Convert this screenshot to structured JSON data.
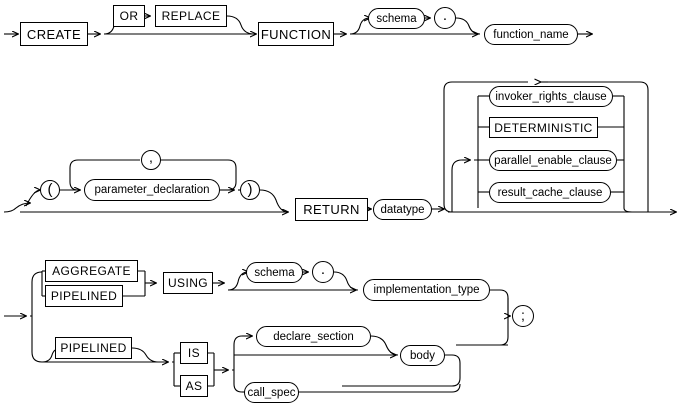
{
  "diagram": {
    "title": "create_function",
    "type": "railroad-syntax-diagram",
    "line_color": "#000000",
    "background_color": "#ffffff",
    "rows": [
      {
        "name": "row-1",
        "tokens": [
          "CREATE",
          "OR",
          "REPLACE",
          "FUNCTION",
          "schema",
          ".",
          "function_name"
        ]
      },
      {
        "name": "row-2",
        "tokens": [
          "(",
          "parameter_declaration",
          ",",
          ")",
          "RETURN",
          "datatype",
          "invoker_rights_clause",
          "DETERMINISTIC",
          "parallel_enable_clause",
          "result_cache_clause"
        ]
      },
      {
        "name": "row-3",
        "tokens": [
          "AGGREGATE",
          "PIPELINED",
          "USING",
          "schema",
          ".",
          "implementation_type",
          "PIPELINED",
          "IS",
          "AS",
          "declare_section",
          "body",
          "call_spec",
          ";"
        ]
      }
    ]
  },
  "nodes": {
    "create": "CREATE",
    "or": "OR",
    "replace": "REPLACE",
    "function": "FUNCTION",
    "schema1": "schema",
    "dot1": ".",
    "function_name": "function_name",
    "lparen": "(",
    "parameter_declaration": "parameter_declaration",
    "comma": ",",
    "rparen": ")",
    "return": "RETURN",
    "datatype": "datatype",
    "invoker_rights_clause": "invoker_rights_clause",
    "deterministic": "DETERMINISTIC",
    "parallel_enable_clause": "parallel_enable_clause",
    "result_cache_clause": "result_cache_clause",
    "aggregate": "AGGREGATE",
    "pipelined1": "PIPELINED",
    "using": "USING",
    "schema2": "schema",
    "dot2": ".",
    "implementation_type": "implementation_type",
    "pipelined2": "PIPELINED",
    "is": "IS",
    "as": "AS",
    "declare_section": "declare_section",
    "body": "body",
    "call_spec": "call_spec",
    "semicolon": ";"
  }
}
